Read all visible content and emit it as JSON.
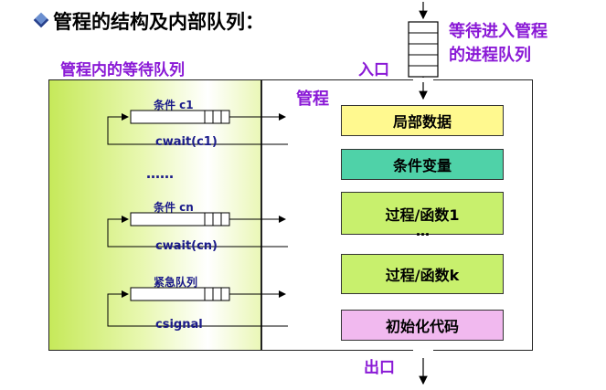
{
  "title": "管程的结构及内部队列：",
  "left_panel_label": "管程内的等待队列",
  "entry_label": "入口",
  "exit_label": "出口",
  "monitor_label": "管程",
  "waiting_queue_label_line1": "等待进入管程",
  "waiting_queue_label_line2": "的进程队列",
  "queues": [
    {
      "label": "条件 c1",
      "op": "cwait(c1)"
    },
    {
      "label": "条件 cn",
      "op": "cwait(cn)"
    },
    {
      "label": "紧急队列",
      "op": "csignal"
    }
  ],
  "ellipsis_left": "……",
  "ellipsis_right": "…",
  "monitor_parts": [
    "局部数据",
    "条件变量",
    "过程/函数1",
    "过程/函数k",
    "初始化代码"
  ],
  "colors": {
    "label_purple": "#8a19d6",
    "queue_text": "#1b1b8a"
  }
}
